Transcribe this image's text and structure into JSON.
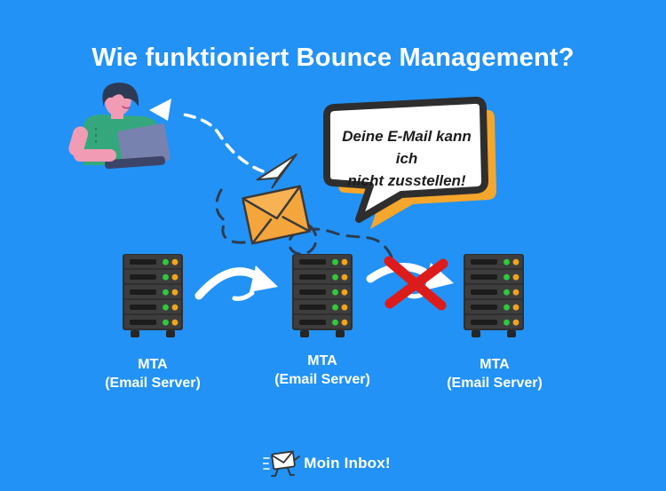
{
  "title": "Wie funktioniert Bounce Management?",
  "speech_bubble": {
    "line1": "Deine E-Mail kann ich",
    "line2": "nicht zusstellen!"
  },
  "servers": [
    {
      "label": "MTA",
      "sublabel": "(Email Server)"
    },
    {
      "label": "MTA",
      "sublabel": "(Email Server)"
    },
    {
      "label": "MTA",
      "sublabel": "(Email Server)"
    }
  ],
  "footer": {
    "brand": "Moin Inbox!"
  },
  "icons": {
    "person_at_laptop": "person-at-laptop-illustration",
    "paper_plane": "paper-plane-icon",
    "envelope": "envelope-icon",
    "server": "server-rack-icon",
    "forward_arrow": "curved-arrow-icon",
    "blocked_arrow": "red-x-icon",
    "running_envelope": "running-envelope-logo-icon"
  },
  "colors": {
    "background": "#2292f6",
    "text-light": "#ffffff",
    "bubble-shadow": "#f5a62c",
    "bubble-border": "#2e2e2e",
    "bubble-text": "#1c1c1c",
    "red-x": "#dc1b1b",
    "led-green": "#2fc93d",
    "led-orange": "#f0a41f",
    "envelope-orange": "#f4a53c"
  }
}
